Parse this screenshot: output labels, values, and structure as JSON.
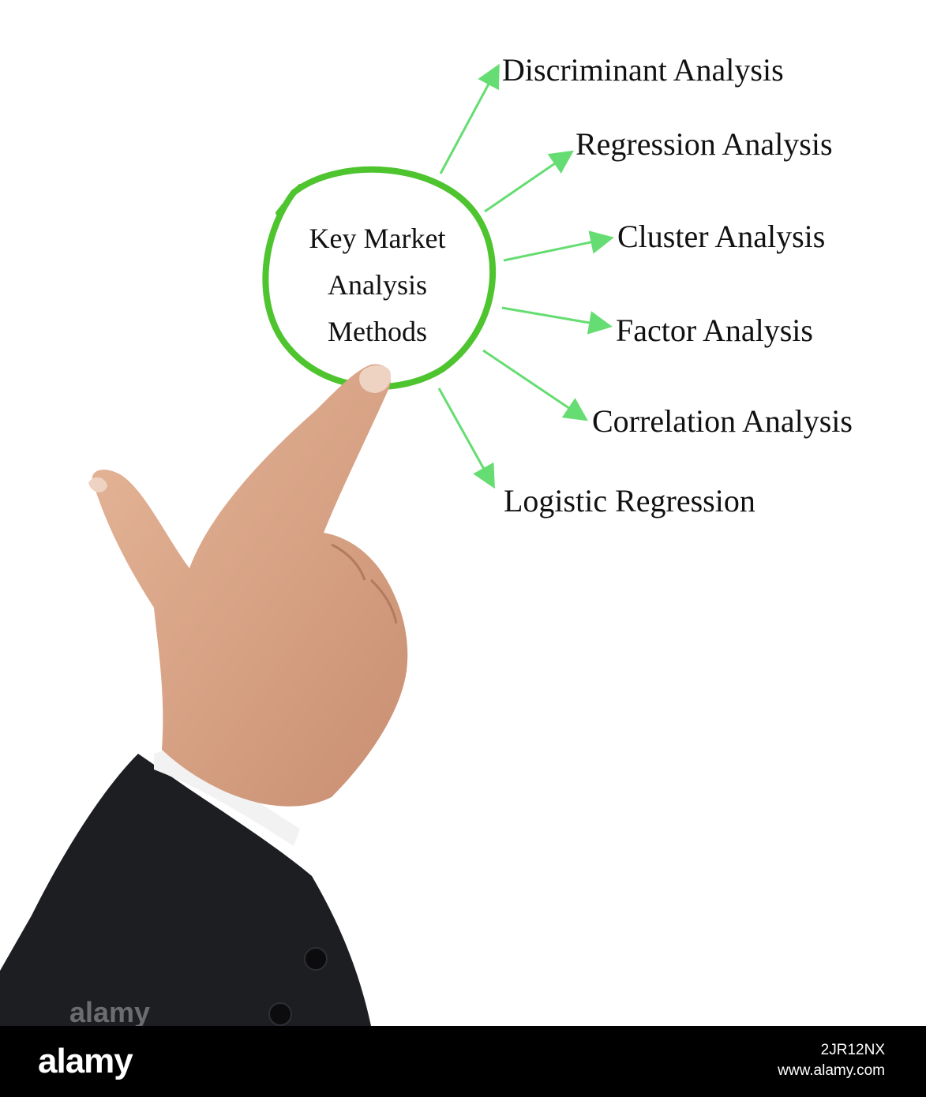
{
  "diagram": {
    "center": {
      "lines": [
        "Key Market",
        "Analysis",
        "Methods"
      ]
    },
    "methods": [
      "Discriminant Analysis",
      "Regression Analysis",
      "Cluster Analysis",
      "Factor Analysis",
      "Correlation Analysis",
      "Logistic Regression"
    ],
    "colors": {
      "circle": "#4ec42f",
      "arrow": "#66dd72",
      "text": "#111111",
      "suit": "#1d1e22",
      "skin": "#dca98a"
    }
  },
  "footer": {
    "logo": "alamy",
    "image_id": "2JR12NX",
    "site": "www.alamy.com"
  },
  "watermark": "alamy"
}
